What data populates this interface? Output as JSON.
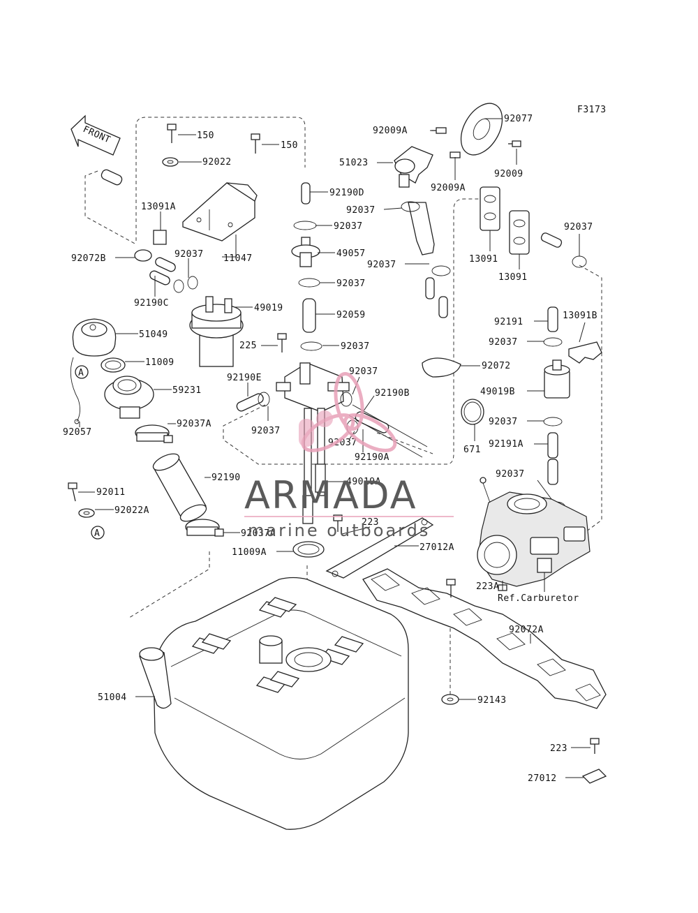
{
  "diagram_code": "F3173",
  "front_label": "FRONT",
  "ref_label": "Ref.Carburetor",
  "watermark": {
    "brand": "ARMADA",
    "tagline": "marine outboards",
    "accent_color": "#e8a0b8"
  },
  "callouts": {
    "p150a": "150",
    "p150b": "150",
    "p92022": "92022",
    "p11047": "11047",
    "p13091A": "13091A",
    "p92072B": "92072B",
    "p92190C": "92190C",
    "p92037a": "92037",
    "p49019": "49019",
    "p51049": "51049",
    "p11009": "11009",
    "p59231": "59231",
    "p92057": "92057",
    "p92037A": "92037A",
    "p92190": "92190",
    "p92011": "92011",
    "p92022A": "92022A",
    "p92037Ab": "92037A",
    "p11009A": "11009A",
    "p51004": "51004",
    "p92190D": "92190D",
    "p92037b": "92037",
    "p49057": "49057",
    "p92037c": "92037",
    "p92059": "92059",
    "p225": "225",
    "p92037d": "92037",
    "p92190E": "92190E",
    "p92037e": "92037",
    "p92037f": "92037",
    "p92190B": "92190B",
    "p92037g": "92037",
    "p92190A": "92190A",
    "p49019A": "49019A",
    "p223": "223",
    "p27012A": "27012A",
    "p92009A": "92009A",
    "p92077": "92077",
    "p51023": "51023",
    "p92009": "92009",
    "p92009Ab": "92009A",
    "p92037h": "92037",
    "p92037i": "92037",
    "p13091a": "13091",
    "p13091b": "13091",
    "p92037j": "92037",
    "p92191": "92191",
    "p13091B": "13091B",
    "p92037k": "92037",
    "p92072": "92072",
    "p49019B": "49019B",
    "p92037l": "92037",
    "p671": "671",
    "p92191A": "92191A",
    "p92037m": "92037",
    "p223A": "223A",
    "p92072A": "92072A",
    "p92143": "92143",
    "p223b": "223",
    "p27012": "27012",
    "markA1": "A",
    "markA2": "A"
  }
}
